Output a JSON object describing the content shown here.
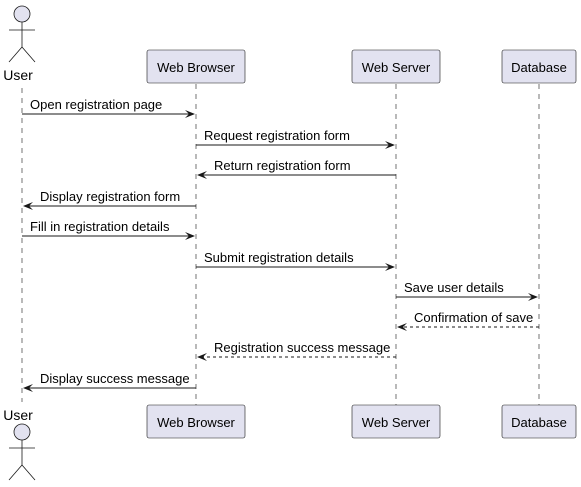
{
  "participants": [
    {
      "id": "user",
      "label": "User",
      "kind": "actor"
    },
    {
      "id": "browser",
      "label": "Web Browser",
      "kind": "box"
    },
    {
      "id": "server",
      "label": "Web Server",
      "kind": "box"
    },
    {
      "id": "database",
      "label": "Database",
      "kind": "box"
    }
  ],
  "messages": [
    {
      "from": "user",
      "to": "browser",
      "label": "Open registration page",
      "style": "solid"
    },
    {
      "from": "browser",
      "to": "server",
      "label": "Request registration form",
      "style": "solid"
    },
    {
      "from": "server",
      "to": "browser",
      "label": "Return registration form",
      "style": "solid"
    },
    {
      "from": "browser",
      "to": "user",
      "label": "Display registration form",
      "style": "solid"
    },
    {
      "from": "user",
      "to": "browser",
      "label": "Fill in registration details",
      "style": "solid"
    },
    {
      "from": "browser",
      "to": "server",
      "label": "Submit registration details",
      "style": "solid"
    },
    {
      "from": "server",
      "to": "database",
      "label": "Save user details",
      "style": "solid"
    },
    {
      "from": "database",
      "to": "server",
      "label": "Confirmation of save",
      "style": "dashed"
    },
    {
      "from": "server",
      "to": "browser",
      "label": "Registration success message",
      "style": "dashed"
    },
    {
      "from": "browser",
      "to": "user",
      "label": "Display success message",
      "style": "solid"
    }
  ],
  "colors": {
    "participant_fill": "#e2e2f0",
    "stroke": "#181818"
  }
}
